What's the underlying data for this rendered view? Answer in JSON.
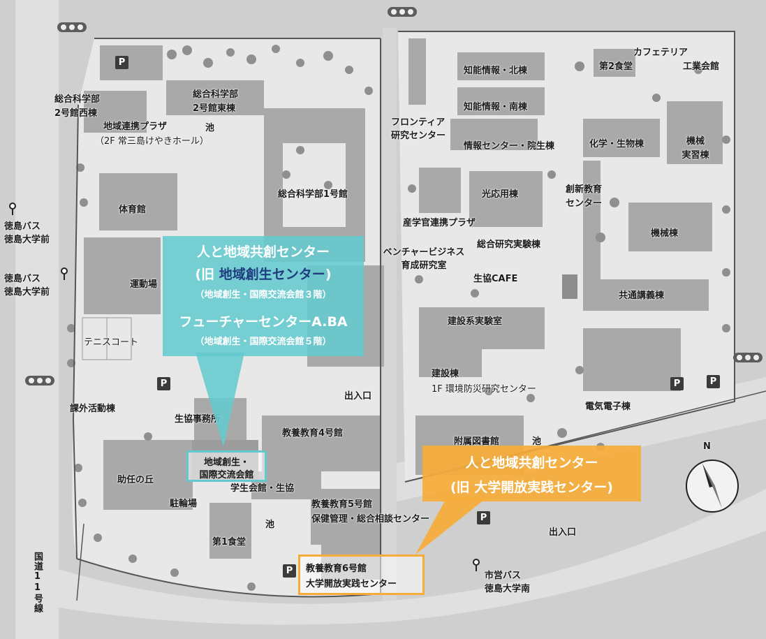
{
  "map": {
    "compass_label": "N",
    "road_label": "国道11号線",
    "labels": {
      "sougou2_west": "総合科学部\n2号館西棟",
      "sougou2_east": "総合科学部\n2号館東棟",
      "chiiki_plaza": "地域連携プラザ",
      "chiiki_plaza_sub": "（2F 常三島けやきホール）",
      "pond1": "池",
      "taiikukan": "体育館",
      "sougou1": "総合科学部1号館",
      "undoujou": "運動場",
      "tennis": "テニスコート",
      "kagai": "課外活動棟",
      "seikyo_jimu": "生協事務所",
      "kyouyou4": "教養教育4号館",
      "josei": "助任の丘",
      "gakusei": "学生会館・生協",
      "chuurin": "駐輪場",
      "kyouyou5": "教養教育5号館",
      "hoken": "保健管理・総合相談センター",
      "pond2": "池",
      "shokudou1": "第1食堂",
      "chinou_kita": "知能情報・北棟",
      "chinou_minami": "知能情報・南棟",
      "frontier": "フロンティア\n研究センター",
      "jouhou": "情報センター・院生棟",
      "cafeteria": "カフェテリア",
      "shokudou2": "第2食堂",
      "kougyoukai": "工業会館",
      "kagaku": "化学・生物棟",
      "kikai_jisshu": "機械\n実習棟",
      "kouou": "光応用棟",
      "sousin": "創新教育\nセンター",
      "sangakukan": "産学官連携プラザ",
      "sougou_kenkyuu": "総合研究実験棟",
      "kikai": "機械棟",
      "venture": "ベンチャービジネス\n育成研究室",
      "seikyo_cafe": "生協CAFE",
      "kyoutsuu": "共通講義棟",
      "kensetsu_jikken": "建設系実験室",
      "kensetsu": "建設棟",
      "bousai": "1F 環境防災研究センター",
      "denki": "電気電子棟",
      "deiriguchi1": "出入口",
      "toshokan": "附属図書館",
      "pond3": "池",
      "deiriguchi2": "出入口",
      "bus_left1": "徳島バス\n徳島大学前",
      "bus_left2": "徳島バス\n徳島大学前",
      "bus_right": "市営バス\n徳島大学南",
      "parking": "P"
    },
    "callout_teal": {
      "line1": "人と地域共創センター",
      "line2_prefix": "(旧 ",
      "line2_main": "地域創生センター",
      "line2_suffix": ")",
      "line3": "（地域創生・国際交流会館３階）",
      "line4": "フューチャーセンターA.BA",
      "line5": "（地域創生・国際交流会館５階）",
      "color": "#63c9ce"
    },
    "box_teal": {
      "line1": "地域創生・",
      "line2": "国際交流会館"
    },
    "callout_orange": {
      "line1": "人と地域共創センター",
      "line2": "(旧 大学開放実践センター)",
      "color": "#f6ac38"
    },
    "box_orange": {
      "line1": "教養教育6号館",
      "line2": "大学開放実践センター"
    }
  }
}
